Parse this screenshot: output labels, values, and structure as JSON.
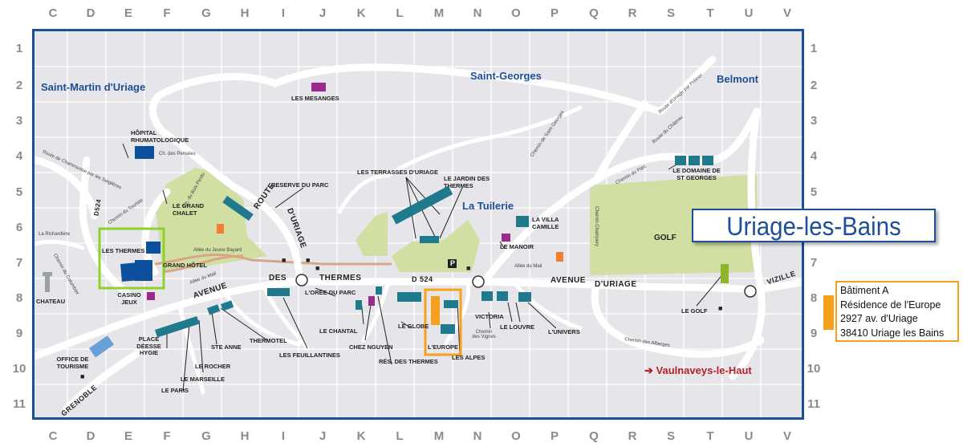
{
  "grid": {
    "columns": [
      "C",
      "D",
      "E",
      "F",
      "G",
      "H",
      "I",
      "J",
      "K",
      "L",
      "M",
      "N",
      "O",
      "P",
      "Q",
      "R",
      "S",
      "T",
      "U",
      "V"
    ],
    "rows": [
      "1",
      "2",
      "3",
      "4",
      "5",
      "6",
      "7",
      "8",
      "9",
      "10",
      "11"
    ]
  },
  "title": "Uriage-les-Bains",
  "address": {
    "line1": "Bâtiment A",
    "line2": "Résidence de l'Europe",
    "line3": "2927 av. d'Uriage",
    "line4": "38410 Uriage les Bains"
  },
  "places": {
    "saint_martin": "Saint-Martin d'Uriage",
    "saint_georges": "Saint-Georges",
    "belmont": "Belmont",
    "la_tuilerie": "La Tuilerie",
    "vaulnaveys": "➔ Vaulnaveys-le-Haut"
  },
  "roads": {
    "avenue_left": "AVENUE",
    "des": "DES",
    "thermes": "THERMES",
    "d524": "D 524",
    "avenue_right": "AVENUE",
    "d_uriage": "D'URIAGE",
    "route": "ROUTE",
    "d_uriage2": "D'URIAGE",
    "d524_vert": "D524",
    "grenoble": "GRENOBLE",
    "vizille": "VIZILLE"
  },
  "streets": {
    "chamrousse": "Route de Chamrousse par les Seiglières",
    "touriste": "Chemin du Touriste",
    "richardiere": "La Richardière",
    "columbier": "Chemin du Columbier",
    "pensees": "Ch. des Pensées",
    "bois_perdu": "Ch. du Bois Perdu",
    "jeune_bayard": "Allée du Jeune Bayard",
    "mail_left": "Allée du Mail",
    "mail_right": "Allée du Mail",
    "st_georges": "Chemin de Saint Georges",
    "preiner": "Route d'Uriage par Préiner",
    "chateau_rd": "Route du Château",
    "parc": "Chemin du Parc",
    "champery": "Chemin Champery",
    "vignes": "Chemin des Vignes",
    "alberges": "Chemin des Alberges"
  },
  "labels": {
    "mesanges": "LES MESANGES",
    "hopital": "HÔPITAL RHUMATOLOGIQUE",
    "reserve": "RESERVE DU PARC",
    "terrasses": "LES TERRASSES D'URIAGE",
    "jardin": "LE JARDIN DES THERMES",
    "domaine": "LE DOMAINE DE ST GEORGES",
    "grand_chalet": "LE GRAND CHALET",
    "villa": "LA VILLA CAMILLE",
    "manoir": "LE MANOIR",
    "golf": "GOLF",
    "thermes": "LES THERMES",
    "grand_hotel": "GRAND HÔTEL",
    "chateau": "CHATEAU",
    "casino": "CASINO JEUX",
    "oree": "L'ORÉE DU PARC",
    "le_golf": "LE GOLF",
    "chantal": "LE CHANTAL",
    "globe": "LE GLOBE",
    "europe": "L'EUROPE",
    "victoria": "VICTORIA",
    "louvre": "LE LOUVRE",
    "univers": "L'UNIVERS",
    "place": "PLACE DÉESSE HYGIE",
    "ste_anne": "STE ANNE",
    "thermotel": "THERMOTEL",
    "chez_nguyen": "CHEZ NGUYEN",
    "feuillantines": "LES FEUILLANTINES",
    "res_thermes": "RÉS. DES THERMES",
    "alpes": "LES ALPES",
    "rocher": "LE ROCHER",
    "office": "OFFICE DE TOURISME",
    "marseille": "LE MARSEILLE",
    "paris": "LE PARIS",
    "parking": "P"
  },
  "colors": {
    "frame": "#1c4f98",
    "background": "#e6e6ea",
    "park": "#d2dfa3",
    "road": "#ffffff",
    "building_blue": "#0c4f9c",
    "building_teal": "#1e7a8c",
    "magenta": "#9c2a8c",
    "highlight_orange": "#f6a01e",
    "highlight_green": "#8fd12a",
    "place_red": "#b4202b"
  }
}
